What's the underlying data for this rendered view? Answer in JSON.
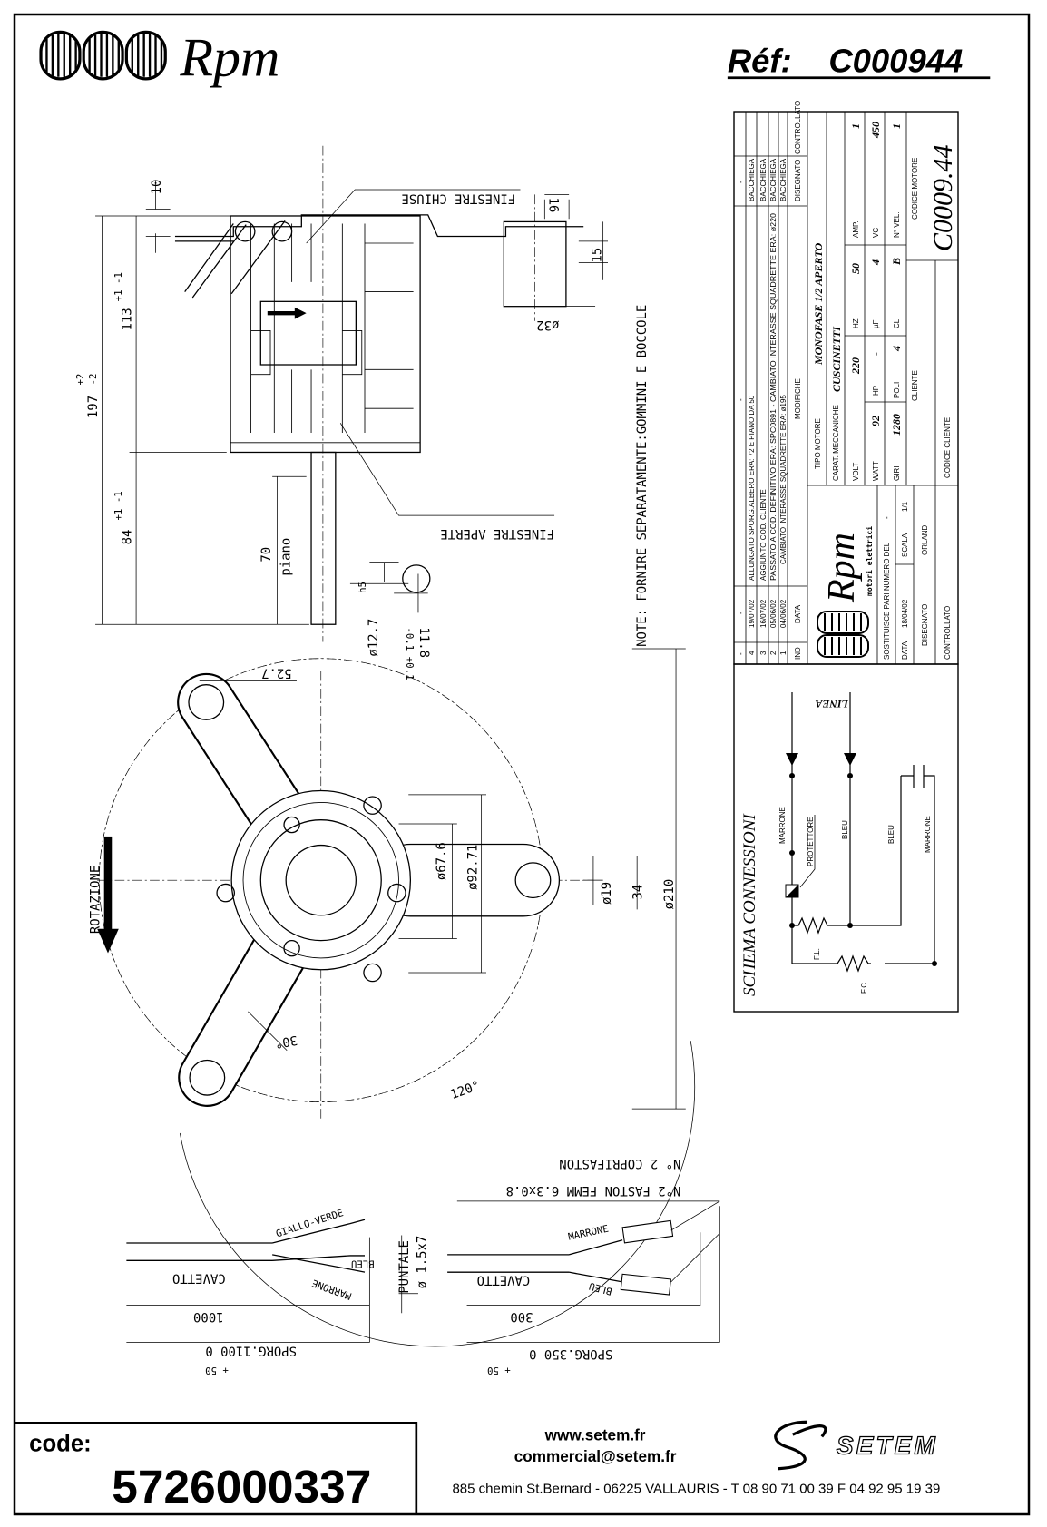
{
  "header": {
    "brand": "Rpm",
    "ref_label": "Réf:",
    "ref_code": "C000944"
  },
  "side_view": {
    "dim_total": "197",
    "dim_total_tol_plus": "+2",
    "dim_total_tol_minus": "-2",
    "dim_body": "113",
    "dim_body_tol": "+1 -1",
    "dim_shaft": "84",
    "dim_shaft_tol": "+1 -1",
    "dim_flat": "70",
    "flat_label": "piano",
    "dim_10": "10",
    "dim_16": "16",
    "dim_15": "15",
    "dim_32": "ø32",
    "shaft_fit": "h5",
    "shaft_dia": "ø12.7",
    "flat_width": "11.8",
    "flat_tol": "-0.1 +0.1",
    "closed_windows": "FINESTRE CHIUSE",
    "open_windows": "FINESTRE APERTE"
  },
  "note": "NOTE: FORNIRE SEPARATAMENTE:GOMMINI E BOCCOLE",
  "front_view": {
    "dim_52_7": "52.7",
    "dim_67_6": "ø67.6",
    "dim_92_71": "ø92.71",
    "dim_19": "ø19",
    "dim_34": "34",
    "dim_210": "ø210",
    "angle_30": "30°",
    "angle_120": "120°",
    "rotation": "ROTAZIONE"
  },
  "cables": {
    "left": {
      "cable": "CAVETTO",
      "green": "GIALLO-VERDE",
      "blue": "BLEU",
      "brown": "MARRONE",
      "terminal": "PUNTALE",
      "terminal_size": "ø 1.5x7",
      "length": "1000",
      "protrusion": "SPORG.1100  0",
      "protrusion_tol": "+ 50"
    },
    "right": {
      "cable": "CAVETTO",
      "brown": "MARRONE",
      "blue": "BLEU",
      "length": "300",
      "protrusion": "SPORG.350  0",
      "protrusion_tol": "+ 50",
      "faston": "N°2 FASTON FEMM 6.3x0.8",
      "cover": "N° 2 COPRIFASTON"
    }
  },
  "title_block": {
    "revision_headers": {
      "ind": "IND",
      "date": "DATA",
      "changes": "MODIFICHE",
      "drawn": "DISEGNATO",
      "checked": "CONTROLLATO"
    },
    "revisions": [
      {
        "ind": "-",
        "date": "-",
        "desc": "-",
        "drawn": "-"
      },
      {
        "ind": "4",
        "date": "19/07/02",
        "desc": "ALLUNGATO SPORG.ALBERO ERA: 72 E PIANO DA 50",
        "drawn": "BACCHIEGA"
      },
      {
        "ind": "3",
        "date": "16/07/02",
        "desc": "AGGIUNTO COD. CLIENTE",
        "drawn": "BACCHIEGA"
      },
      {
        "ind": "2",
        "date": "05/06/02",
        "desc": "PASSATO A COD. DEFINITIVO ERA: SPC0891 - CAMBIATO INTERASSE SQUADRETTE ERA: ø220",
        "drawn": "BACCHIEGA"
      },
      {
        "ind": "1",
        "date": "04/06/02",
        "desc": "CAMBIATO INTERASSE SQUADRETTE ERA: ø195",
        "drawn": "BACCHIEGA"
      }
    ],
    "logo_brand": "Rpm",
    "logo_sub": "motori elettrici",
    "replaces_label": "SOSTITUISCE PARI NUMERO DEL",
    "replaces_value": "-",
    "date_label": "DATA",
    "date_value": "18/04/02",
    "scale_label": "SCALA",
    "scale_value": "1/1",
    "drawn_label": "DISEGNATO",
    "drawn_value": "ORLANDI",
    "checked_label": "CONTROLLATO",
    "motor_type_label": "TIPO MOTORE",
    "motor_type": "MONOFASE 1/2 APERTO",
    "mech_label": "CARAT. MECCANICHE",
    "mech": "CUSCINETTI",
    "volt_label": "VOLT",
    "volt": "220",
    "hz_label": "HZ",
    "hz": "50",
    "amp_label": "AMP.",
    "amp": "1",
    "watt_label": "WATT",
    "watt": "92",
    "hp_label": "HP",
    "hp": "-",
    "uf_label": "µF",
    "uf": "4",
    "vc_label": "VC",
    "vc": "450",
    "rpm_label": "GIRI",
    "rpm": "1280",
    "poles_label": "POLI",
    "poles": "4",
    "class_label": "CL.",
    "class": "B",
    "speeds_label": "N° VEL.",
    "speeds": "1",
    "client_label": "CLIENTE",
    "client_code_label": "CODICE CLIENTE",
    "motor_code_label": "CODICE MOTORE",
    "motor_code": "C0009.44"
  },
  "schema": {
    "title": "SCHEMA CONNESSIONI",
    "line": "LINEA",
    "brown1": "MARRONE",
    "protector": "PROTETTORE",
    "blue1": "BLEU",
    "blue2": "BLEU",
    "brown2": "MARRONE",
    "fl": "F.L.",
    "fc": "F.C."
  },
  "watermark": {
    "url": "www.setem.fr",
    "name": "SETEM",
    "email": "commercial@setem.fr"
  },
  "footer": {
    "code_label": "code:",
    "code": "5726000337",
    "website": "www.setem.fr",
    "email": "commercial@setem.fr",
    "address": "885 chemin St.Bernard  -  06225 VALLAURIS  -  T 08 90 71 00 39   F 04 92 95 19 39",
    "company_logo": "SETEM"
  }
}
